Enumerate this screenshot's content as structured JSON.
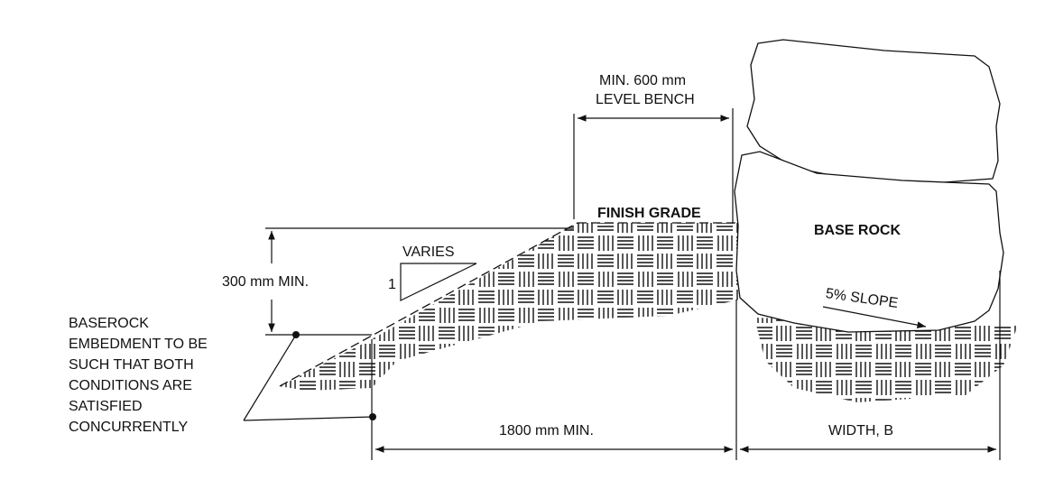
{
  "labels": {
    "bench_line1": "MIN. 600 mm",
    "bench_line2": "LEVEL BENCH",
    "finish_grade": "FINISH GRADE",
    "base_rock": "BASE ROCK",
    "varies": "VARIES",
    "ratio_one": "1",
    "min_300": "300 mm MIN.",
    "slope": "5% SLOPE",
    "min_1800": "1800 mm MIN.",
    "width_b": "WIDTH, B"
  },
  "note": {
    "lines": [
      "BASEROCK",
      "EMBEDMENT TO BE",
      "SUCH THAT BOTH",
      "CONDITIONS ARE",
      "SATISFIED",
      "CONCURRENTLY"
    ]
  }
}
